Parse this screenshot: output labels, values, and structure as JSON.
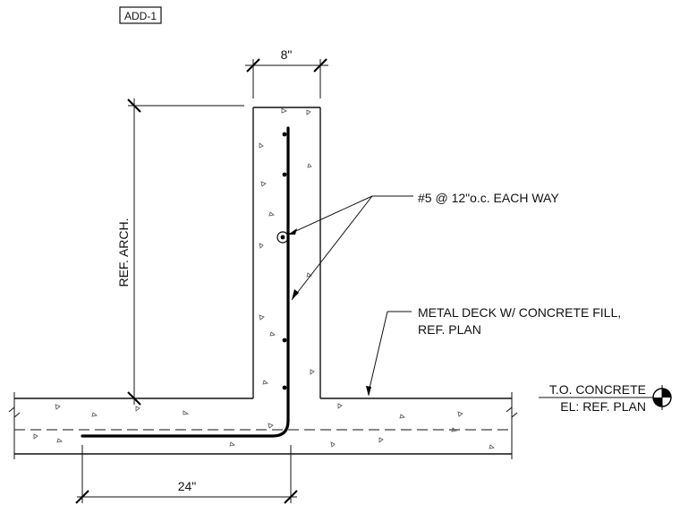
{
  "tag_label": "ADD-1",
  "dimensions": {
    "wall_width": "8\"",
    "wall_height": "REF. ARCH.",
    "bar_leg": "24\""
  },
  "callouts": {
    "rebar": "#5 @ 12\"o.c. EACH WAY",
    "deck_line1": "METAL DECK W/ CONCRETE FILL,",
    "deck_line2": "REF. PLAN"
  },
  "elevation": {
    "line1": "T.O. CONCRETE",
    "line2": "EL: REF. PLAN"
  }
}
